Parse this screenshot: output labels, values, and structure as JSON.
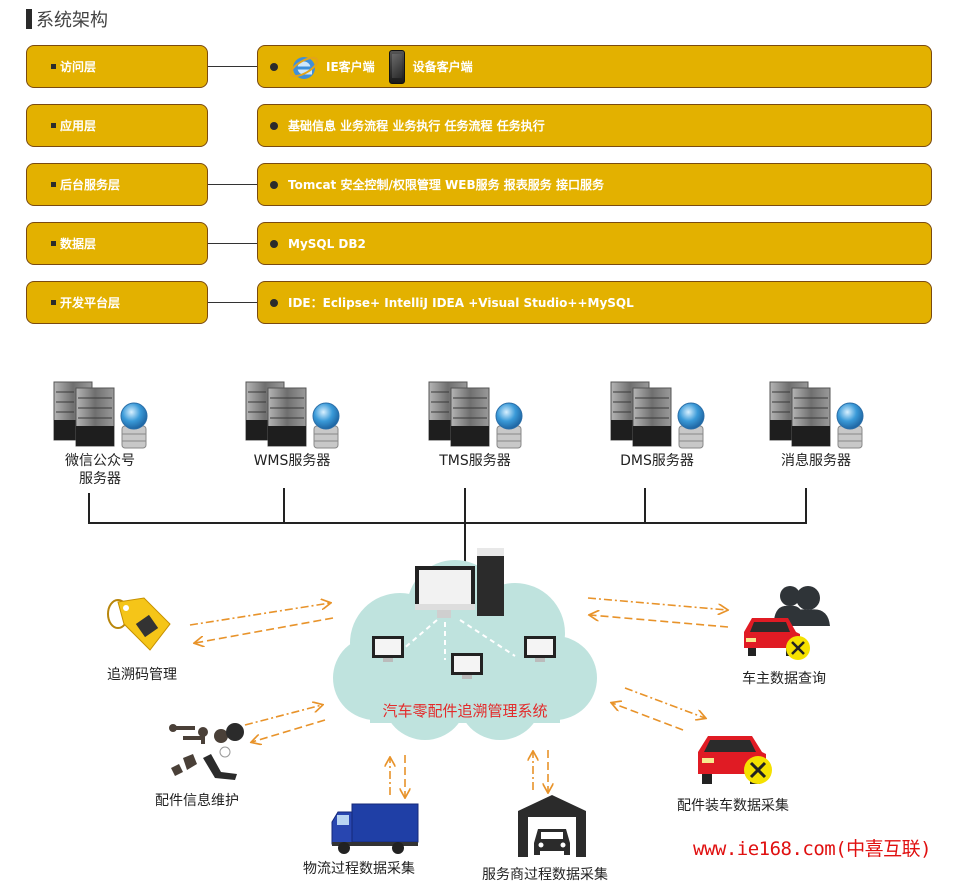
{
  "section": {
    "title": "系统架构"
  },
  "layers": [
    {
      "label": "访问层",
      "connected": true,
      "clients": [
        {
          "icon": "ie-browser-icon",
          "label": "IE客户端"
        },
        {
          "icon": "mobile-device-icon",
          "label": "设备客户端"
        }
      ]
    },
    {
      "label": "应用层",
      "connected": false,
      "content": "基础信息 业务流程 业务执行 任务流程 任务执行"
    },
    {
      "label": "后台服务层",
      "connected": true,
      "content": "Tomcat 安全控制/权限管理 WEB服务 报表服务 接口服务"
    },
    {
      "label": "数据层",
      "connected": true,
      "content": "MySQL DB2"
    },
    {
      "label": "开发平台层",
      "connected": true,
      "content": "IDE：Eclipse+ IntelliJ IDEA +Visual Studio++MySQL"
    }
  ],
  "servers": [
    {
      "name": "微信公众号",
      "name2": "服务器",
      "icon": "server-cluster-icon"
    },
    {
      "name": "WMS服务器",
      "icon": "server-cluster-icon"
    },
    {
      "name": "TMS服务器",
      "icon": "server-cluster-icon"
    },
    {
      "name": "DMS服务器",
      "icon": "server-cluster-icon"
    },
    {
      "name": "消息服务器",
      "icon": "server-cluster-icon"
    }
  ],
  "center": {
    "label": "汽车零配件追溯管理系统",
    "icon": "cloud-network-icon"
  },
  "nodes": {
    "trace_code": {
      "label": "追溯码管理",
      "icon": "qr-tag-icon"
    },
    "parts_info": {
      "label": "配件信息维护",
      "icon": "auto-parts-icon"
    },
    "logistics": {
      "label": "物流过程数据采集",
      "icon": "truck-icon"
    },
    "service_provider": {
      "label": "服务商过程数据采集",
      "icon": "garage-icon"
    },
    "owner_query": {
      "label": "车主数据查询",
      "icon": "car-owner-icon"
    },
    "install": {
      "label": "配件装车数据采集",
      "icon": "car-repair-icon"
    }
  },
  "colors": {
    "layer_fill": "#e3b100",
    "layer_border": "#7a4a10",
    "arrow": "#e8932a",
    "cloud": "#bfe3de",
    "title_red": "#e32b2b"
  },
  "watermark": "www.ie168.com(中喜互联)"
}
